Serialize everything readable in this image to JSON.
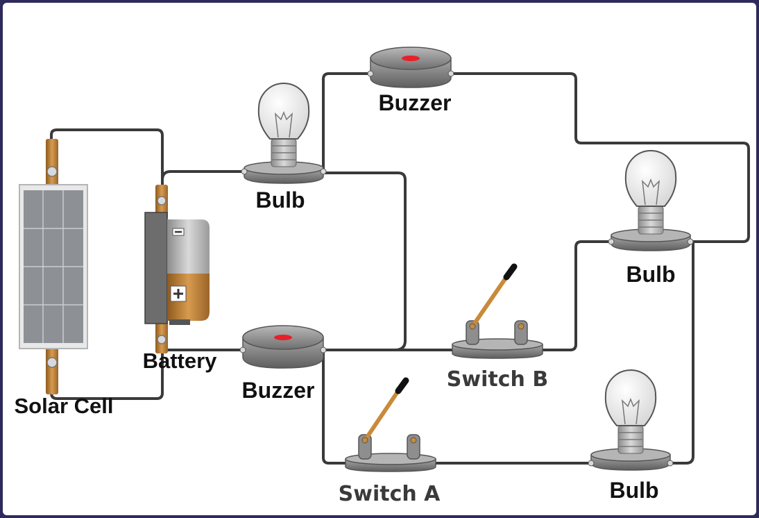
{
  "labels": {
    "buzzer_top": "Buzzer",
    "bulb_top": "Bulb",
    "battery": "Battery",
    "solar_cell": "Solar Cell",
    "buzzer_mid": "Buzzer",
    "switch_b": "Switch B",
    "bulb_right": "Bulb",
    "switch_a": "Switch A",
    "bulb_bottom": "Bulb"
  },
  "colors": {
    "frame": "#2e2a5c",
    "wire": "#3a3a3a",
    "buzzer_light": "#e8202a",
    "battery_copper": "#c98a3a",
    "solar_panel": "#8d9196"
  }
}
